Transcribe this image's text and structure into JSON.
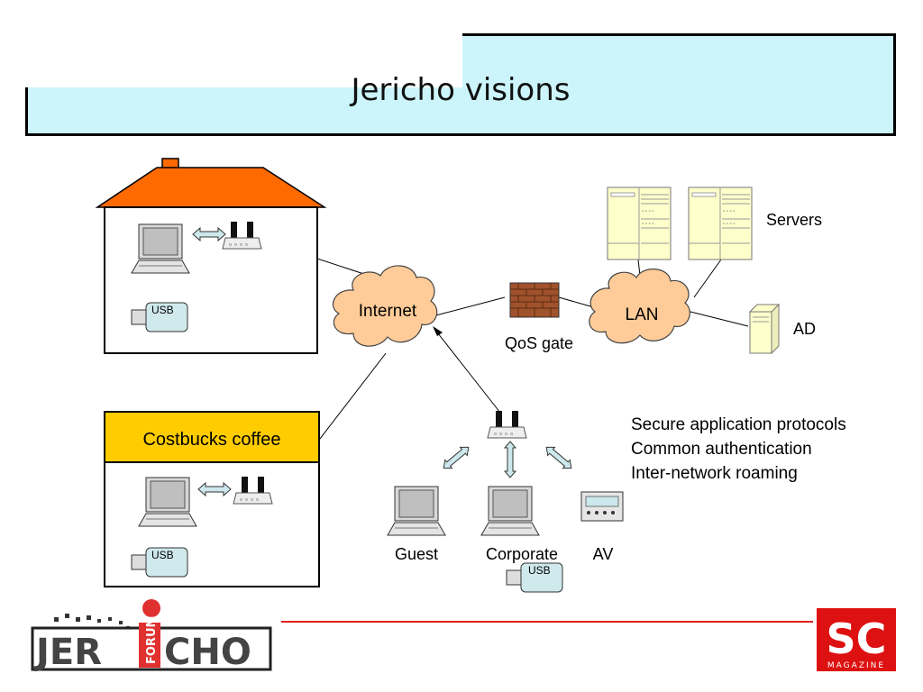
{
  "slide": {
    "title": "Jericho visions"
  },
  "diagram": {
    "home_usb": "USB",
    "cafe_label": "Costbucks coffee",
    "cafe_usb": "USB",
    "internet": "Internet",
    "qos_gate": "QoS gate",
    "lan": "LAN",
    "servers": "Servers",
    "ad": "AD",
    "guest": "Guest",
    "corporate": "Corporate",
    "corporate_usb": "USB",
    "av": "AV"
  },
  "bullets": [
    "Secure application protocols",
    "Common authentication",
    "Inter-network roaming"
  ],
  "logos": {
    "jericho": "JERICHO",
    "jericho_forum": "FORUM",
    "sc": "SC",
    "sc_magazine": "MAGAZINE"
  },
  "colors": {
    "title_bg": "#ccf5fb",
    "roof": "#ff6a00",
    "cloud": "#ffcc99",
    "cafe_banner": "#ffcc00",
    "usb": "#cfe9ec",
    "server": "#ffffcc",
    "brick": "#a0522d",
    "divider": "#e02020",
    "sc_red": "#dd1111"
  }
}
